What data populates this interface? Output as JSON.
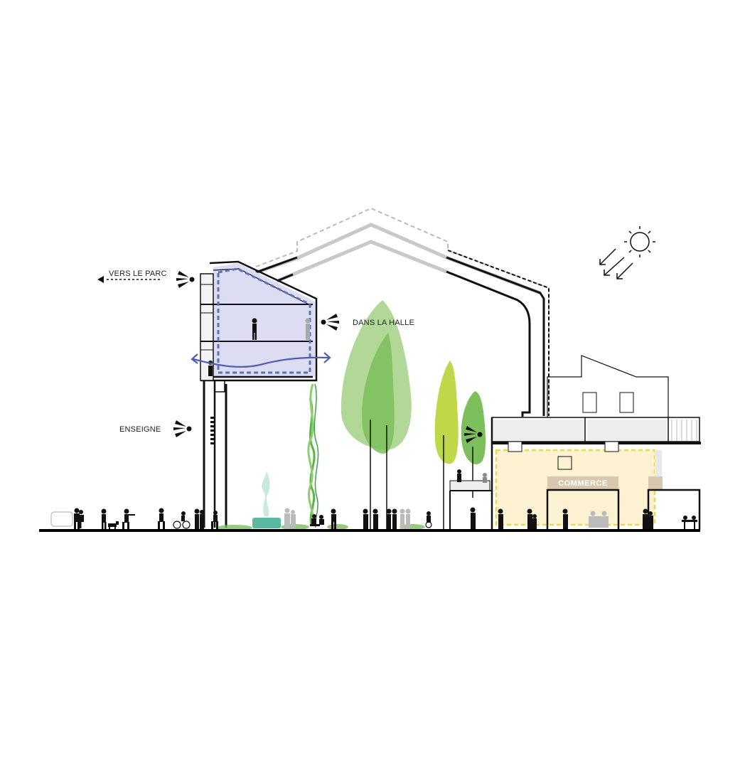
{
  "labels": {
    "vers_le_parc": "VERS LE PARC",
    "dans_la_halle": "DANS LA HALLE",
    "enseigne": "ENSEIGNE",
    "commerce": "COMMERCE"
  },
  "icons": [
    "view-eye-icon",
    "sun-icon",
    "sun-ray-arrow-icon",
    "dotted-arrow-icon",
    "airflow-arrow-icon"
  ],
  "colors": {
    "structure": "#111111",
    "roof_old": "#c8c8c8",
    "interior_zone": "#dcdcf2",
    "interior_border": "#5a73b8",
    "airflow": "#5060b0",
    "tree_light": "#a9d48b",
    "tree_mid": "#7cbf5c",
    "tree_yellow": "#bfd84a",
    "climbing_plant": "#5bb347",
    "fountain": "#5ab8a0",
    "commerce_zone": "#fbefc8",
    "commerce_border": "#f2d64a",
    "commerce_sign": "#d8c8b0",
    "ground": "#000000"
  }
}
